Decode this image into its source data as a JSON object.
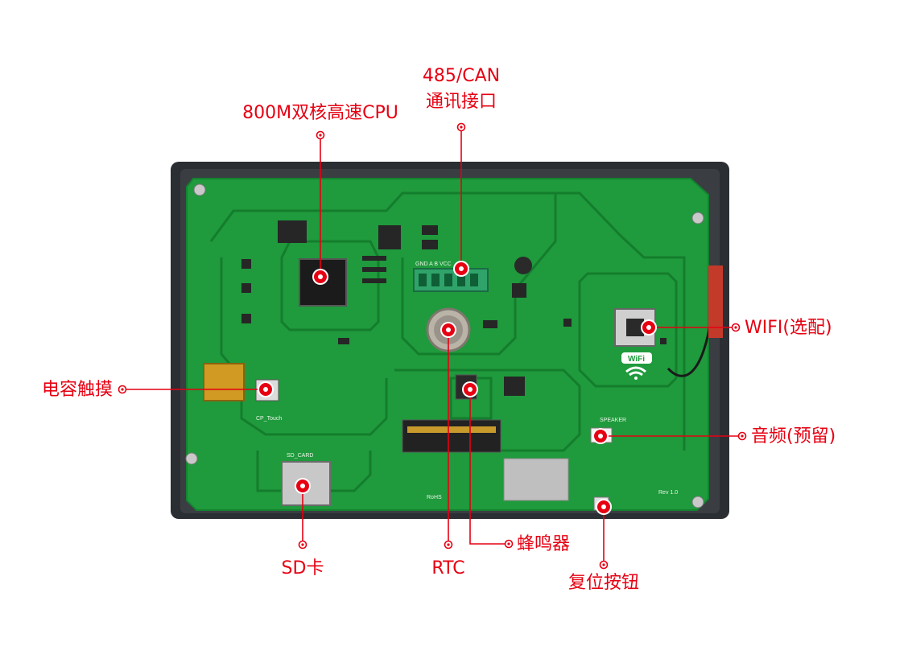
{
  "colors": {
    "accent": "#e60012",
    "pcb": "#1f9a3c",
    "pcb_dark": "#137a2c",
    "frame": "#2b2e33"
  },
  "board": {
    "silkscreen": {
      "terminal": "GND A B VCC",
      "cp_touch": "CP_Touch",
      "sd_card": "SD_CARD",
      "speaker": "SPEAKER",
      "rev": "Rev 1.0",
      "rohs": "RoHS",
      "wifi_logo": "WiFi"
    }
  },
  "callouts": {
    "cpu": "800M双核高速CPU",
    "comm_line1": "485/CAN",
    "comm_line2": "通讯接口",
    "wifi": "WIFI(选配)",
    "touch": "电容触摸",
    "audio": "音频(预留)",
    "sd": "SD卡",
    "rtc": "RTC",
    "buzzer": "蜂鸣器",
    "reset": "复位按钮"
  }
}
